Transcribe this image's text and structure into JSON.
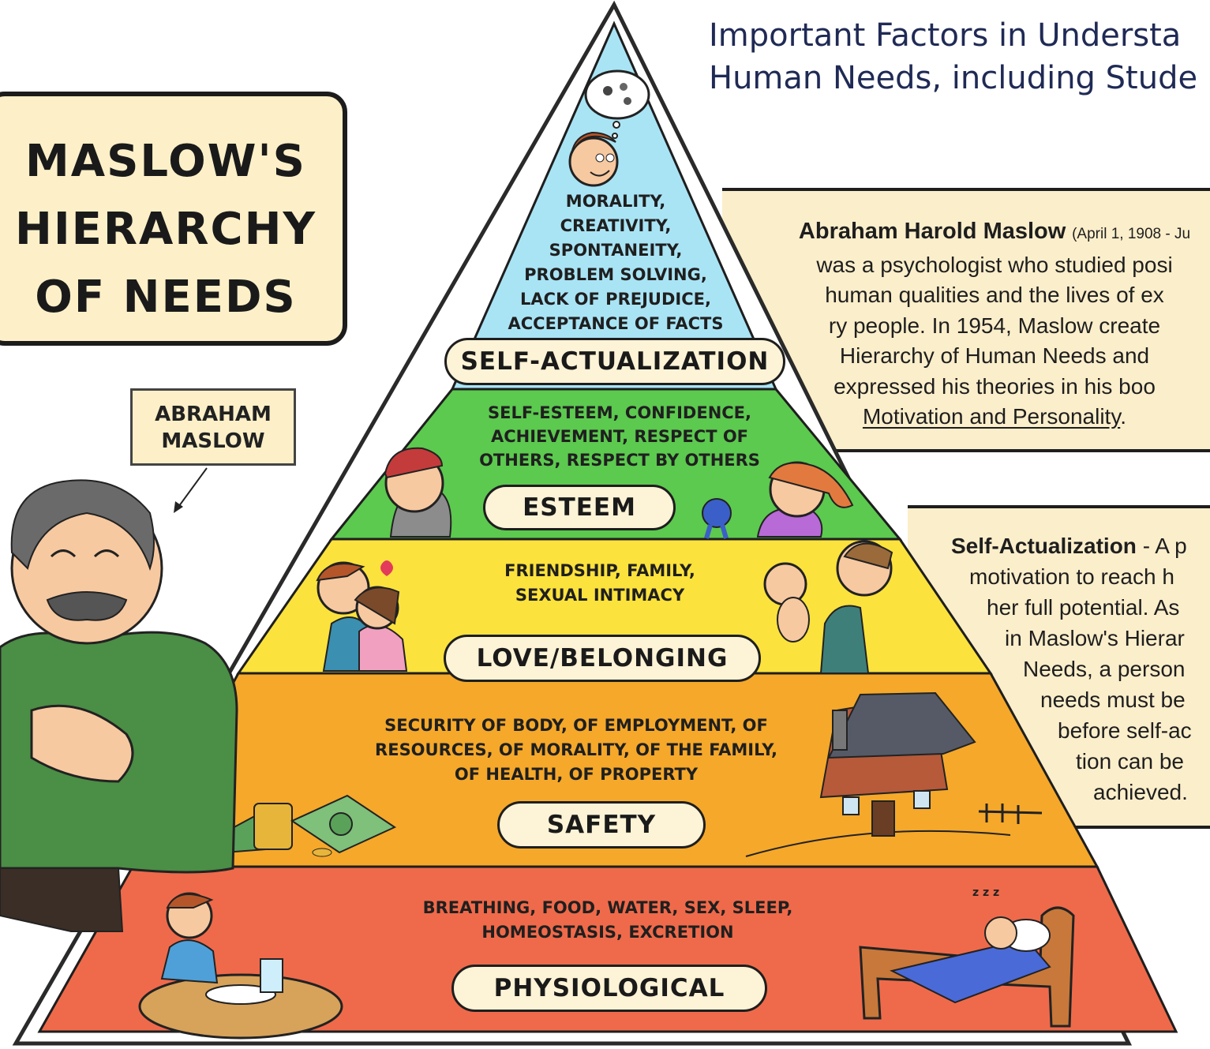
{
  "header": {
    "line1": "Important Factors in Understa",
    "line2": "Human Needs, including Stude"
  },
  "title": {
    "line1": "MASLOW'S",
    "line2": "HIERARCHY",
    "line3": "OF NEEDS"
  },
  "name_tag": {
    "line1": "ABRAHAM",
    "line2": "MASLOW"
  },
  "bio": {
    "name": "Abraham Harold Maslow",
    "dates": "(April 1, 1908 - Ju",
    "line2": "was a psychologist who studied posi",
    "line3": "human qualities and the lives of ex",
    "line4": "ry people. In 1954, Maslow create",
    "line5": "Hierarchy of Human Needs and",
    "line6": "expressed his theories in his boo",
    "book": "Motivation and Personality",
    "book_end": "."
  },
  "self_actualization_note": {
    "term": "Self-Actualization",
    "line1_rest": " - A p",
    "line2": "motivation to reach h",
    "line3": "her full potential. As",
    "line4": "in Maslow's Hierar",
    "line5": "Needs, a person",
    "line6": "needs must be",
    "line7": "before self-ac",
    "line8": "tion can be",
    "line9": "achieved."
  },
  "pyramid": {
    "colors": {
      "self_actualization": "#a9e4f5",
      "esteem": "#5cc94f",
      "love_belonging": "#fce23c",
      "safety": "#f5a82a",
      "physiological": "#ef6a4a"
    },
    "levels": [
      {
        "label": "SELF-ACTUALIZATION",
        "description": [
          "MORALITY,",
          "CREATIVITY,",
          "SPONTANEITY,",
          "PROBLEM SOLVING,",
          "LACK OF PREJUDICE,",
          "ACCEPTANCE OF FACTS"
        ]
      },
      {
        "label": "ESTEEM",
        "description": [
          "SELF-ESTEEM, CONFIDENCE,",
          "ACHIEVEMENT, RESPECT OF",
          "OTHERS, RESPECT BY OTHERS"
        ]
      },
      {
        "label": "LOVE/BELONGING",
        "description": [
          "FRIENDSHIP, FAMILY,",
          "SEXUAL INTIMACY"
        ]
      },
      {
        "label": "SAFETY",
        "description": [
          "SECURITY OF BODY, OF EMPLOYMENT, OF",
          "RESOURCES, OF MORALITY, OF THE FAMILY,",
          "OF HEALTH, OF PROPERTY"
        ]
      },
      {
        "label": "PHYSIOLOGICAL",
        "description": [
          "BREATHING, FOOD, WATER, SEX, SLEEP,",
          "HOMEOSTASIS, EXCRETION"
        ]
      }
    ]
  },
  "zzz": "z z z"
}
